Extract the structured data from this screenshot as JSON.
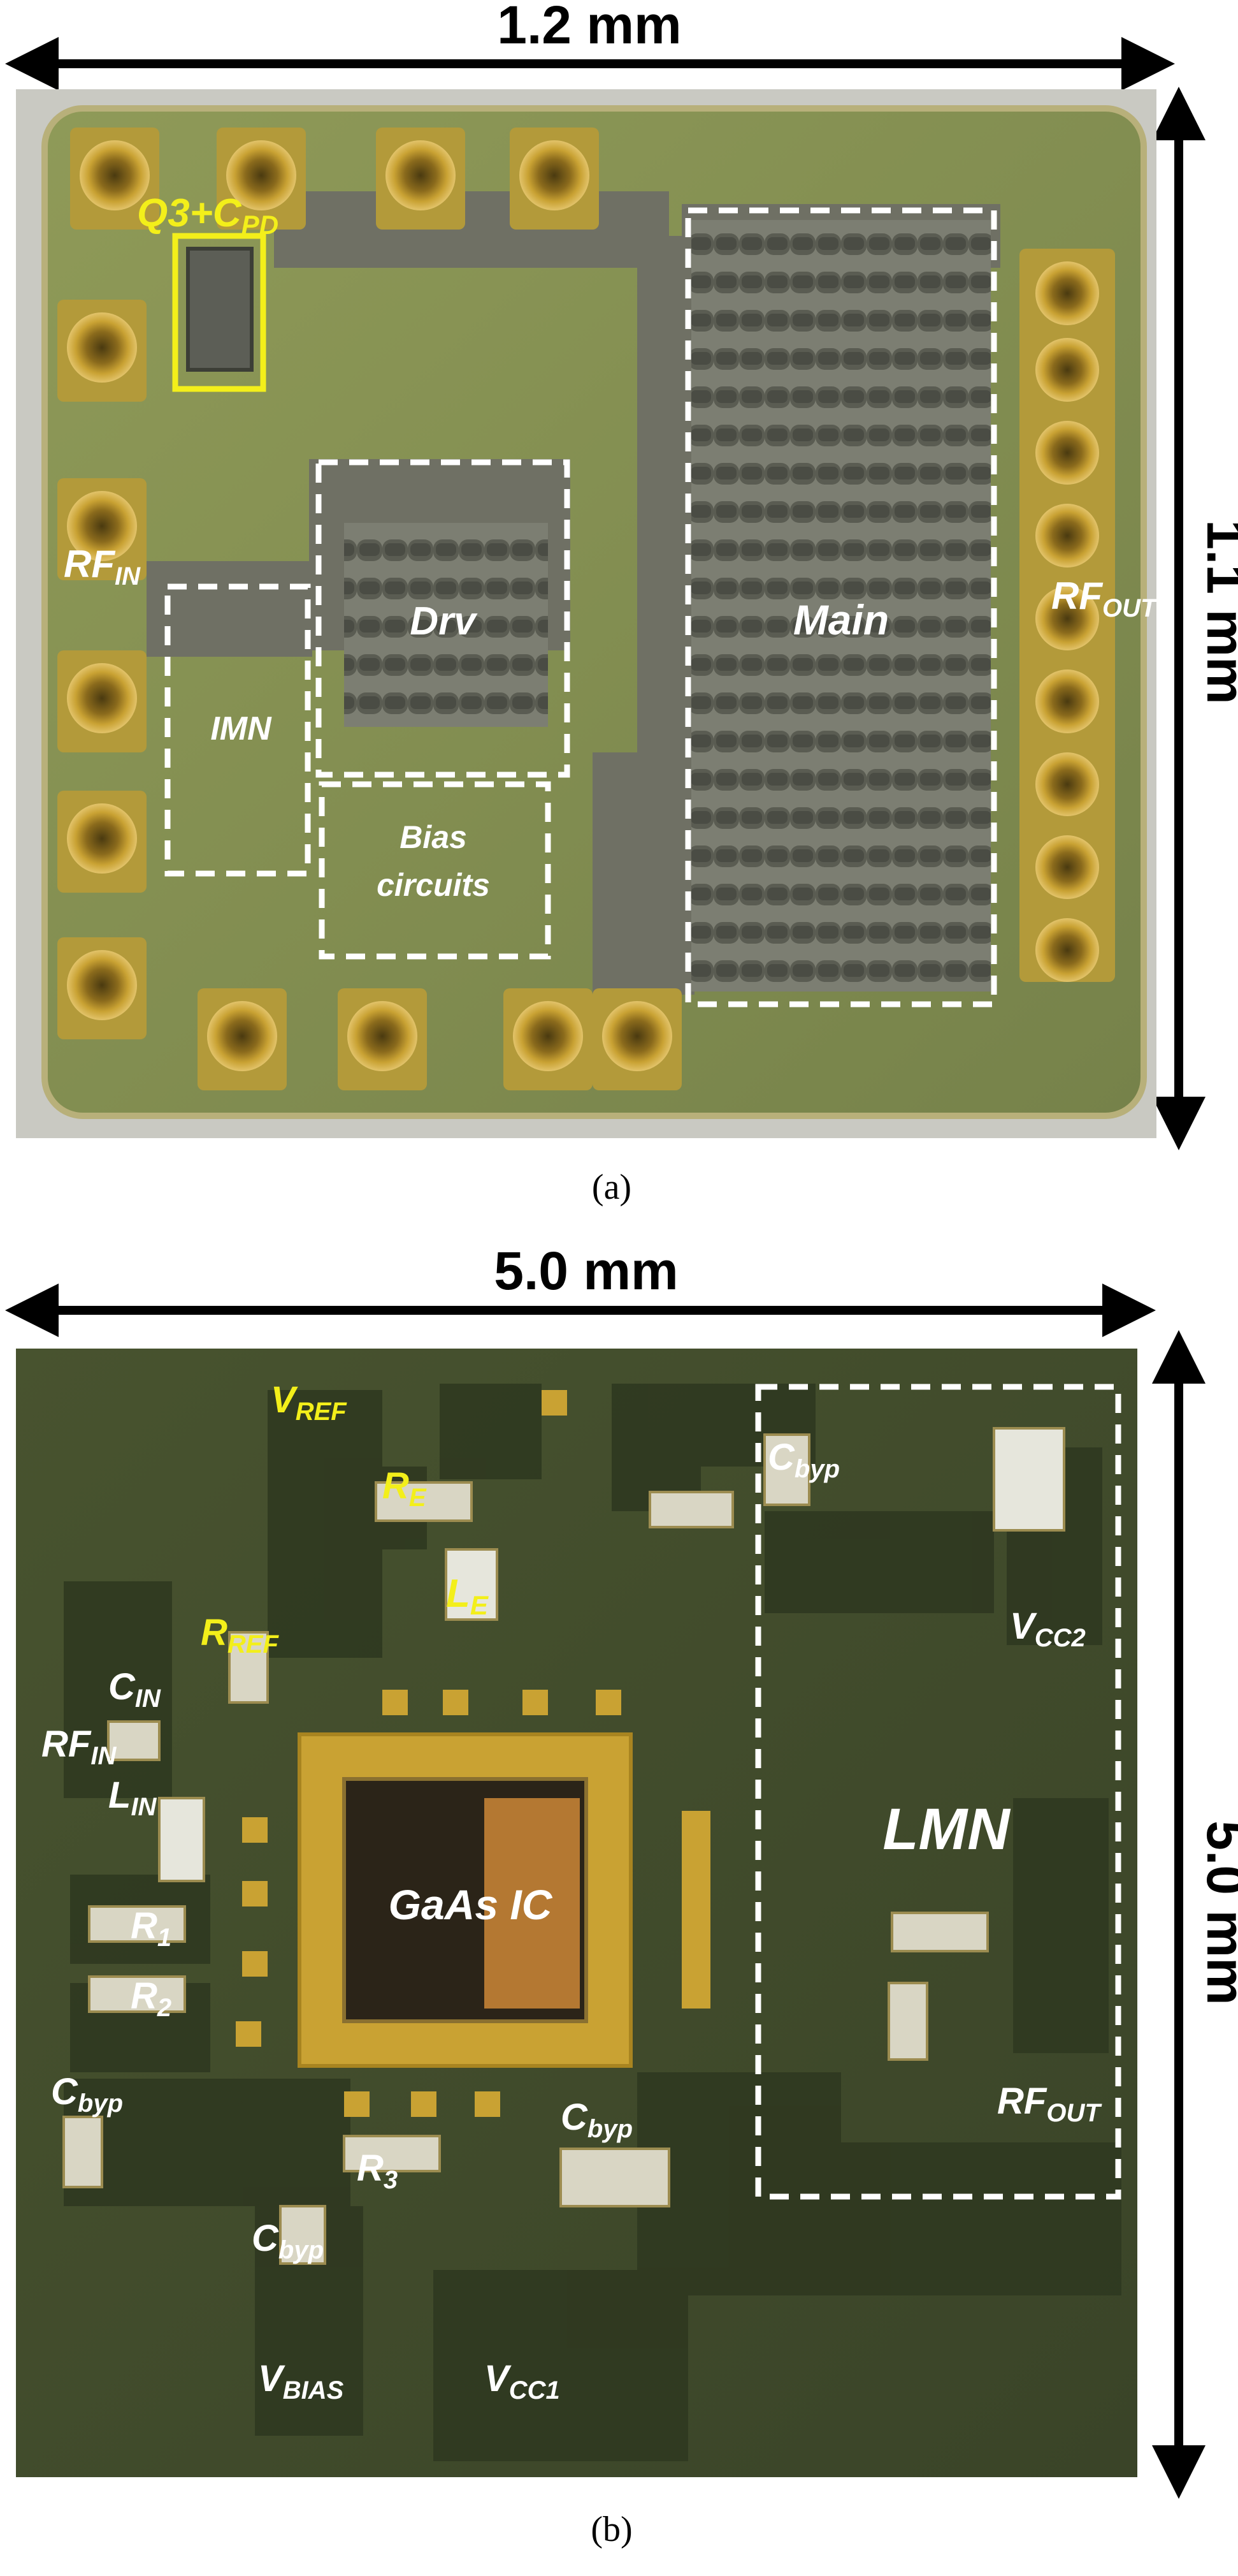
{
  "panel_a": {
    "width_dim": "1.2 mm",
    "height_dim": "1.1 mm",
    "caption": "(a)",
    "labels": {
      "q3_main": "Q3+C",
      "q3_sub": "PD",
      "rf_in_main": "RF",
      "rf_in_sub": "IN",
      "imn": "IMN",
      "drv": "Drv",
      "bias_line1": "Bias",
      "bias_line2": "circuits",
      "main": "Main",
      "rf_out_main": "RF",
      "rf_out_sub": "OUT"
    }
  },
  "panel_b": {
    "width_dim": "5.0 mm",
    "height_dim": "5.0 mm",
    "caption": "(b)",
    "labels": {
      "vref_main": "V",
      "vref_sub": "REF",
      "re_main": "R",
      "re_sub": "E",
      "le_main": "L",
      "le_sub": "E",
      "rref_main": "R",
      "rref_sub": "REF",
      "cin_main": "C",
      "cin_sub": "IN",
      "rfin_main": "RF",
      "rfin_sub": "IN",
      "lin_main": "L",
      "lin_sub": "IN",
      "r1_main": "R",
      "r1_sub": "1",
      "r2_main": "R",
      "r2_sub": "2",
      "cbyp_left_main": "C",
      "cbyp_left_sub": "byp",
      "r3_main": "R",
      "r3_sub": "3",
      "cbyp_mid_main": "C",
      "cbyp_mid_sub": "byp",
      "cbyp_bot_main": "C",
      "cbyp_bot_sub": "byp",
      "vbias_main": "V",
      "vbias_sub": "BIAS",
      "vcc1_main": "V",
      "vcc1_sub": "CC1",
      "gaas": "GaAs IC",
      "cbyp_top_main": "C",
      "cbyp_top_sub": "byp",
      "vcc2_main": "V",
      "vcc2_sub": "CC2",
      "lmn": "LMN",
      "rfout_main": "RF",
      "rfout_sub": "OUT"
    }
  },
  "colors": {
    "highlight_yellow": "#f3ef1a",
    "label_white": "#ffffff",
    "die_green": "#7e8a4c",
    "board_green": "#3f4a2c",
    "gold": "#c9a233"
  }
}
